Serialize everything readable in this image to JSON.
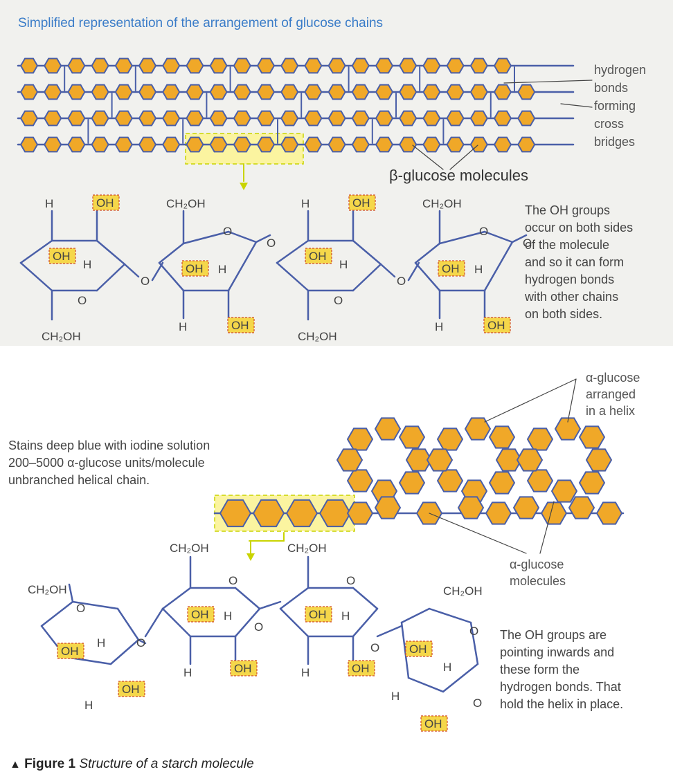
{
  "top": {
    "title": "Simplified representation of the arrangement of glucose chains",
    "bond_label_lines": [
      "hydrogen",
      "bonds",
      "forming",
      "cross",
      "bridges"
    ],
    "beta_label": "β-glucose molecules",
    "note_lines": [
      "The OH groups",
      "occur on both sides",
      "of the molecule",
      "and so it can form",
      "hydrogen bonds",
      "with other chains",
      "on both sides."
    ]
  },
  "bottom": {
    "stain_lines": [
      "Stains deep blue with iodine solution",
      "200–5000 α-glucose units/molecule",
      "unbranched helical chain."
    ],
    "helix_label_lines": [
      "α-glucose",
      "arranged",
      "in a helix"
    ],
    "alpha_mol_lines": [
      "α-glucose",
      "molecules"
    ],
    "note_lines": [
      "The OH groups are",
      "pointing inwards and",
      "these form the",
      "hydrogen bonds. That",
      "hold the helix in place."
    ]
  },
  "chem": {
    "oh": "OH",
    "h": "H",
    "o": "O",
    "ch2oh": "CH₂OH"
  },
  "caption": {
    "marker": "▲",
    "label": "Figure 1",
    "text": "Structure of a starch molecule"
  },
  "colors": {
    "hex_fill": "#f0a828",
    "bond": "#4a5fa8",
    "highlight": "#fbf4a0",
    "oh_box": "#f5d74a",
    "top_bg": "#f1f1ee"
  }
}
